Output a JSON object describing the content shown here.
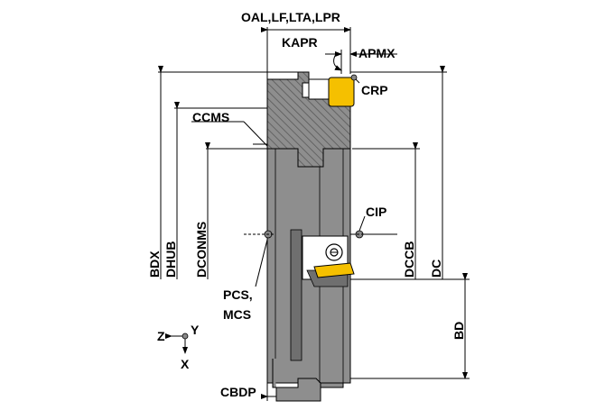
{
  "labels": {
    "oal": "OAL,LF,LTA,LPR",
    "kapr": "KAPR",
    "apmx": "APMX",
    "crp": "CRP",
    "ccms": "CCMS",
    "cip": "CIP",
    "bdx": "BDX",
    "dhub": "DHUB",
    "dconms": "DCONMS",
    "dccb": "DCCB",
    "dc": "DC",
    "bd": "BD",
    "pcs": "PCS,",
    "mcs": "MCS",
    "cbdp": "CBDP",
    "axis_z": "Z",
    "axis_y": "Y",
    "axis_x": "X"
  },
  "colors": {
    "body_fill": "#8e8e8e",
    "body_dark": "#6f6f6f",
    "insert": "#f5c000",
    "line": "#000000",
    "point": "#888888"
  }
}
